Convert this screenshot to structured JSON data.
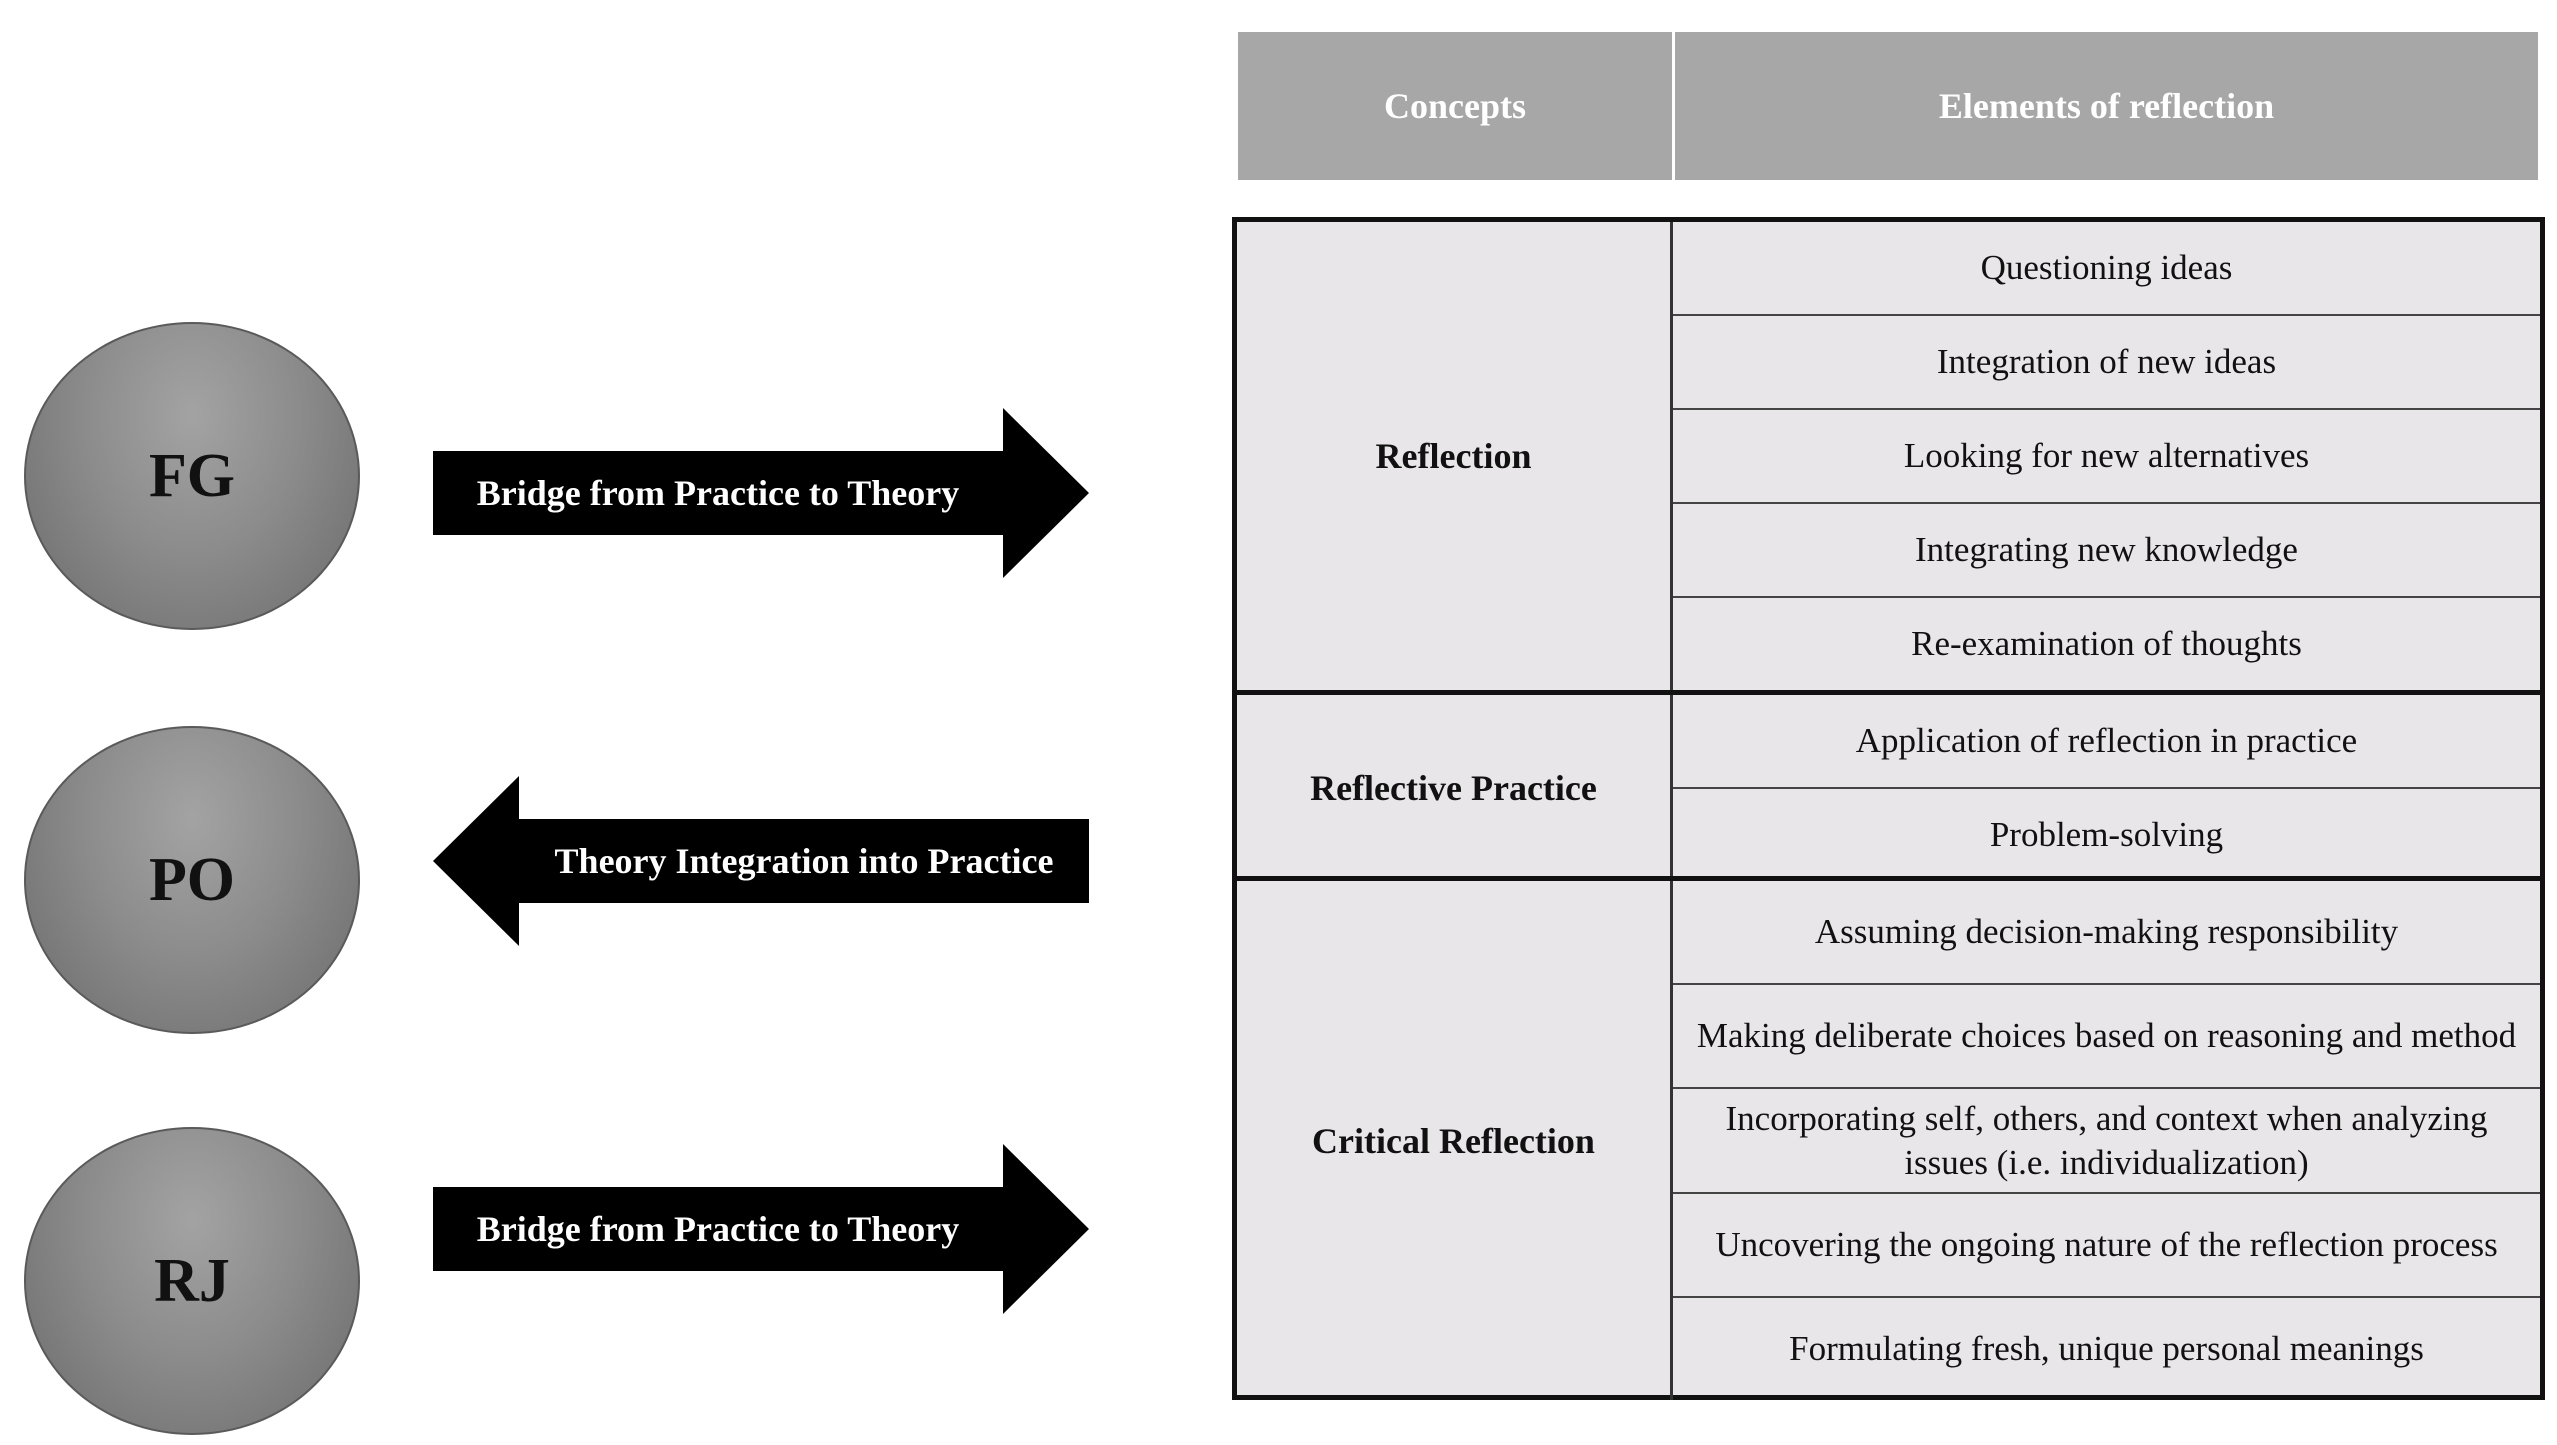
{
  "circles": [
    {
      "label": "FG"
    },
    {
      "label": "PO"
    },
    {
      "label": "RJ"
    }
  ],
  "arrows": [
    {
      "label": "Bridge from Practice to Theory",
      "direction": "right"
    },
    {
      "label": "Theory Integration into Practice",
      "direction": "left"
    },
    {
      "label": "Bridge from Practice to Theory",
      "direction": "right"
    }
  ],
  "table": {
    "headers": {
      "concepts": "Concepts",
      "elements": "Elements of reflection"
    },
    "groups": [
      {
        "concept": "Reflection",
        "elements": [
          "Questioning ideas",
          "Integration of new ideas",
          "Looking for new alternatives",
          "Integrating new knowledge",
          "Re-examination of thoughts"
        ]
      },
      {
        "concept": "Reflective Practice",
        "elements": [
          "Application of reflection in practice",
          "Problem-solving"
        ]
      },
      {
        "concept": "Critical Reflection",
        "elements": [
          "Assuming decision-making responsibility",
          "Making deliberate choices based on reasoning and method",
          "Incorporating self, others, and context when analyzing issues (i.e. individualization)",
          "Uncovering the ongoing nature of the reflection process",
          "Formulating fresh, unique personal meanings"
        ]
      }
    ]
  },
  "colors": {
    "header_bg": "#a7a7a7",
    "table_bg": "#e8e6e8",
    "arrow_fill": "#000000",
    "circle_fill": "#8c8c8c"
  }
}
